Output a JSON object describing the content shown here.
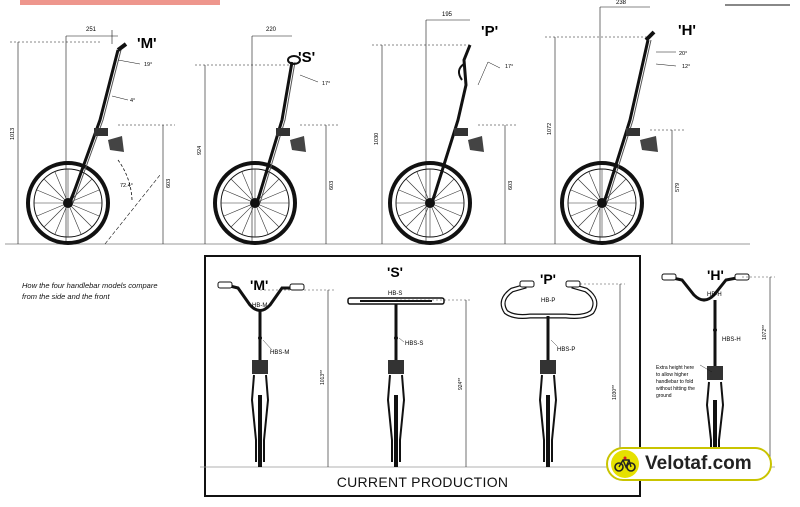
{
  "side_view": {
    "models": [
      {
        "label": "'M'",
        "top_dim": "251",
        "angle_a": "19°",
        "angle_b": "4°",
        "height_total": "1013",
        "height_low": "603",
        "rake": "72.4°"
      },
      {
        "label": "'S'",
        "top_dim": "220",
        "angle_a": "17°",
        "height_total": "924",
        "height_low": "603"
      },
      {
        "label": "'P'",
        "top_dim": "195",
        "angle_a": "17°",
        "height_total": "1030",
        "height_low": "603"
      },
      {
        "label": "'H'",
        "top_dim": "238",
        "angle_a": "20°",
        "angle_b": "12°",
        "height_total": "1072",
        "height_low": "579"
      }
    ]
  },
  "front_view": {
    "models": [
      {
        "label": "'M'",
        "bar": "HB-M",
        "stem": "HBS-M",
        "height": "1013**"
      },
      {
        "label": "'S'",
        "bar": "HB-S",
        "stem": "HBS-S",
        "height": "924**"
      },
      {
        "label": "'P'",
        "bar": "HB-P",
        "stem": "HBS-P",
        "height": "1030**"
      },
      {
        "label": "'H'",
        "bar": "HB-H",
        "stem": "HBS-H",
        "height": "1072**"
      }
    ],
    "note_lines": [
      "Extra height here",
      "to allow higher",
      "handlebar to fold",
      "without hitting the",
      "ground"
    ]
  },
  "caption": {
    "line1": "How the four handlebar models compare",
    "line2": "from the side and the front"
  },
  "production_label": "CURRENT PRODUCTION",
  "logo": {
    "text": "Velotaf.com",
    "icon": "bicycle-icon",
    "accent": "#e6e100"
  }
}
